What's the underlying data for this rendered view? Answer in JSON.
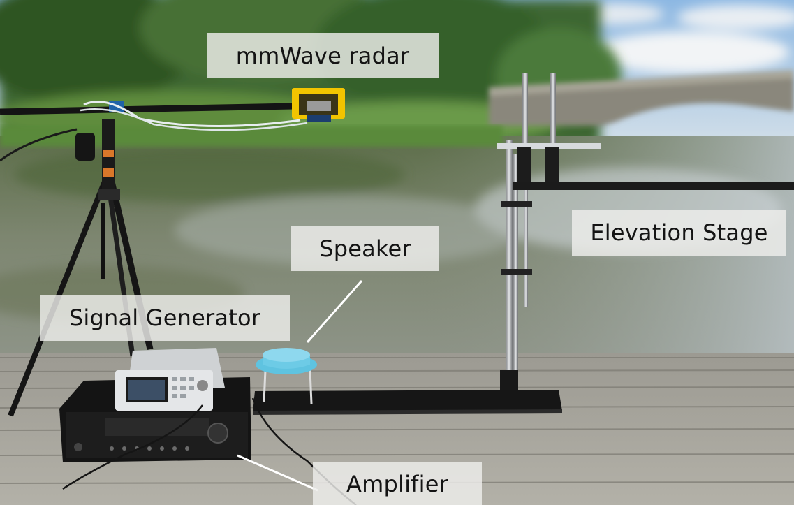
{
  "labels": {
    "radar": "mmWave radar",
    "speaker": "Speaker",
    "signal_generator": "Signal Generator",
    "elevation_stage": "Elevation Stage",
    "amplifier": "Amplifier"
  },
  "colors": {
    "sky": "#9fc3e6",
    "trees": "#3e6b2e",
    "water": "#6f7a62",
    "deck": "#a6a49b",
    "radar_body": "#f2c400",
    "speaker_body": "#5fc3e0",
    "label_bg": "#eeeeec"
  },
  "icons": [
    "tripod",
    "radar-sensor",
    "speaker-unit",
    "signal-generator-device",
    "amplifier-device",
    "elevation-stage-rig",
    "stone-bridge"
  ]
}
